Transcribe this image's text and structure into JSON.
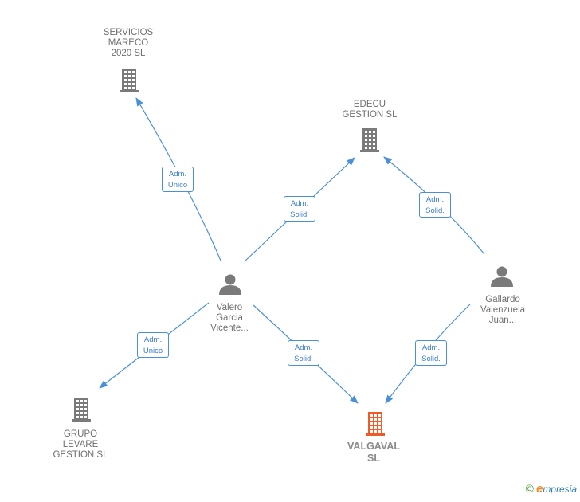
{
  "colors": {
    "edge": "#4a90d9",
    "building": "#7a7a7a",
    "building_focus": "#f05a28",
    "person": "#7a7a7a"
  },
  "nodes": [
    {
      "id": "servicios",
      "type": "company",
      "label": "SERVICIOS\nMARECO\n2020  SL",
      "icon": "building-icon"
    },
    {
      "id": "edecu",
      "type": "company",
      "label": "EDECU\nGESTION  SL",
      "icon": "building-icon"
    },
    {
      "id": "valero",
      "type": "person",
      "label": "Valero\nGarcia\nVicente...",
      "icon": "person-icon"
    },
    {
      "id": "gallardo",
      "type": "person",
      "label": "Gallardo\nValenzuela\nJuan...",
      "icon": "person-icon"
    },
    {
      "id": "grupo",
      "type": "company",
      "label": "GRUPO\nLEVARE\nGESTION  SL",
      "icon": "building-icon"
    },
    {
      "id": "valgaval",
      "type": "company",
      "label": "VALGAVAL\nSL",
      "icon": "building-icon",
      "focus": true
    }
  ],
  "edges": [
    {
      "from": "valero",
      "to": "servicios",
      "label": "Adm.\nUnico"
    },
    {
      "from": "valero",
      "to": "edecu",
      "label": "Adm.\nSolid."
    },
    {
      "from": "gallardo",
      "to": "edecu",
      "label": "Adm.\nSolid."
    },
    {
      "from": "valero",
      "to": "grupo",
      "label": "Adm.\nUnico"
    },
    {
      "from": "valero",
      "to": "valgaval",
      "label": "Adm.\nSolid."
    },
    {
      "from": "gallardo",
      "to": "valgaval",
      "label": "Adm.\nSolid."
    }
  ],
  "brand": {
    "copyright": "©",
    "name_first": "e",
    "name_rest": "mpresia"
  }
}
